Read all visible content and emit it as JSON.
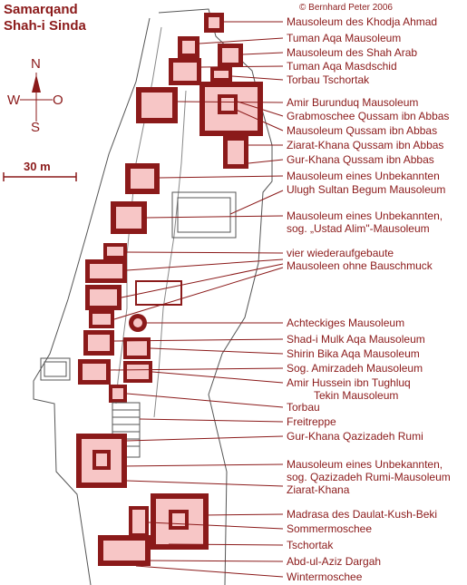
{
  "title": {
    "line1": "Samarqand",
    "line2": "Shah-i Sinda"
  },
  "copyright": "© Bernhard Peter 2006",
  "compass": {
    "north": "N",
    "south": "S",
    "west": "W",
    "east": "O"
  },
  "scale": {
    "label": "30 m"
  },
  "colors": {
    "wall": "#8b1a1a",
    "fill": "#f7c6c6",
    "outline": "#555555",
    "label": "#8b1a1a"
  },
  "labels": [
    "Mausoleum des Khodja Ahmad",
    "Tuman Aqa Mausoleum",
    "Mausoleum des Shah Arab",
    "Tuman Aqa Masdschid",
    "Torbau Tschortak",
    "Amir Burunduq Mausoleum",
    "Grabmoschee Qussam ibn Abbas",
    "Mausoleum Qussam ibn Abbas",
    "Ziarat-Khana Qussam ibn Abbas",
    "Gur-Khana Qussam ibn Abbas",
    "Mausoleum eines Unbekannten",
    "Ulugh Sultan Begum Mausoleum",
    "Mausoleum eines Unbekannten,",
    "sog. „Ustad Alim\"-Mausoleum",
    "vier wiederaufgebaute",
    "Mausoleen ohne Bauschmuck",
    "Achteckiges Mausoleum",
    "Shad-i Mulk Aqa Mausoleum",
    "Shirin Bika Aqa Mausoleum",
    "Sog. Amirzadeh Mausoleum",
    "Amir Hussein ibn Tughluq",
    "Tekin Mausoleum",
    "Torbau",
    "Freitreppe",
    "Gur-Khana Qazizadeh Rumi",
    "Mausoleum eines Unbekannten,",
    "sog. Qazizadeh Rumi-Mausoleum",
    "Ziarat-Khana",
    "Madrasa des Daulat-Kush-Beki",
    "Sommermoschee",
    "Tschortak",
    "Abd-ul-Aziz Dargah",
    "Wintermoschee"
  ]
}
